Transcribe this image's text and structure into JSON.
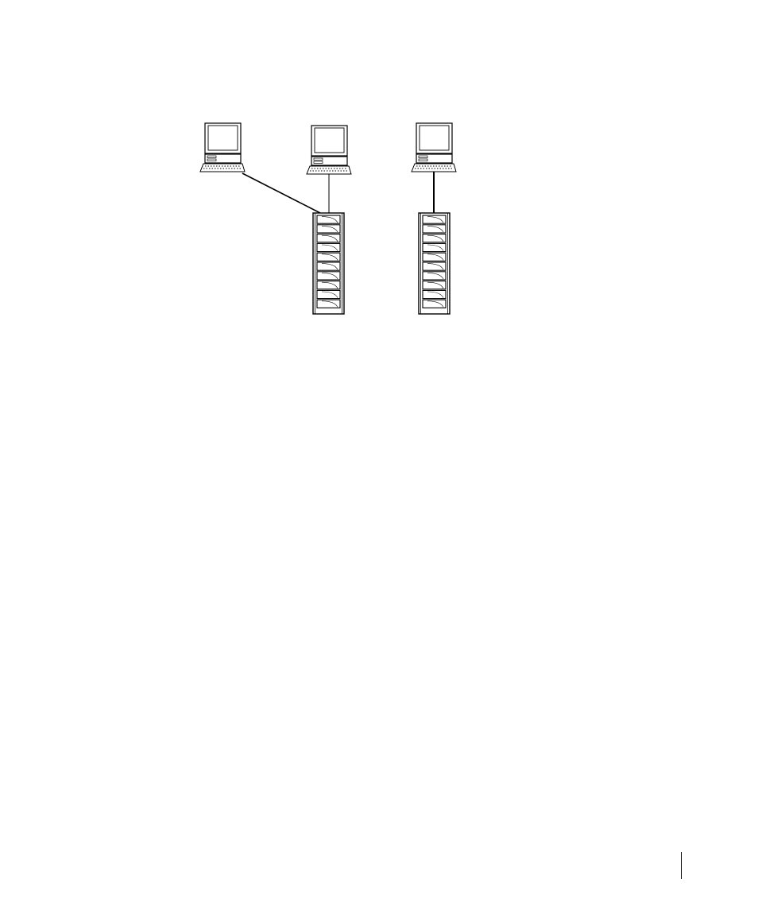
{
  "diagram": {
    "workstations": [
      {
        "id": "workstation-1",
        "icon": "desktop-computer-icon"
      },
      {
        "id": "workstation-2",
        "icon": "desktop-computer-icon"
      },
      {
        "id": "workstation-3",
        "icon": "desktop-computer-icon"
      }
    ],
    "storage_arrays": [
      {
        "id": "storage-array-1",
        "icon": "disk-array-icon",
        "drive_slots": 10
      },
      {
        "id": "storage-array-2",
        "icon": "disk-array-icon",
        "drive_slots": 10
      }
    ],
    "connections": [
      {
        "from": "workstation-1",
        "to": "storage-array-1"
      },
      {
        "from": "workstation-2",
        "to": "storage-array-1"
      },
      {
        "from": "workstation-3",
        "to": "storage-array-2"
      }
    ],
    "colors": {
      "line": "#000000",
      "fill": "#ffffff",
      "screen_shade": "#f2f2f2"
    }
  }
}
